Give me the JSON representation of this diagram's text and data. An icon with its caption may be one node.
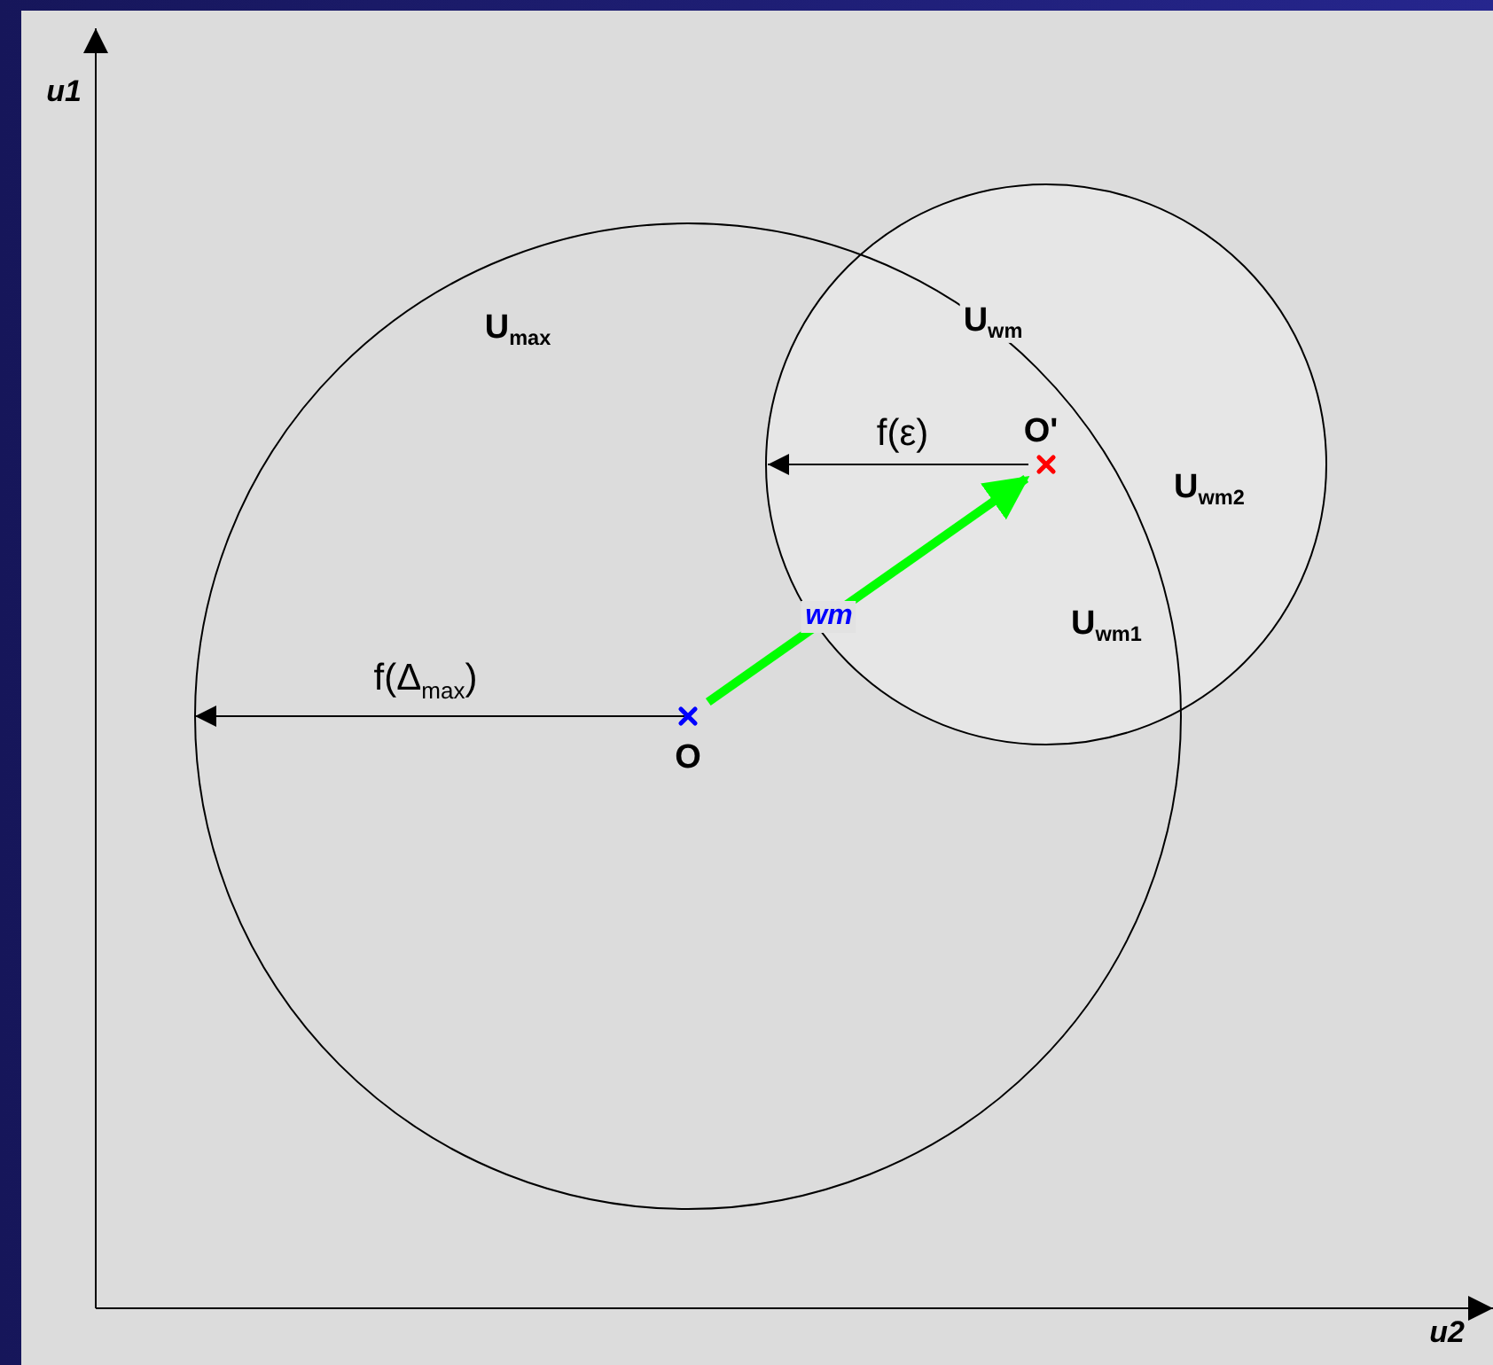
{
  "diagram": {
    "nodes": [
      {
        "text": [
          "O"
        ]
      },
      {
        "text": [
          "O'"
        ]
      }
    ],
    "edges": [
      {
        "from": 0,
        "to": 1,
        "arrow": "to",
        "label": "wm",
        "color": "#00ff00"
      }
    ],
    "labels": [
      "u1",
      "U$_{max}$",
      "U$_{wm}$",
      "f(ε)",
      "U$_{wm2}$",
      "U$_{wm1}$",
      "f(Δ$_{max}$)",
      "u2"
    ]
  }
}
